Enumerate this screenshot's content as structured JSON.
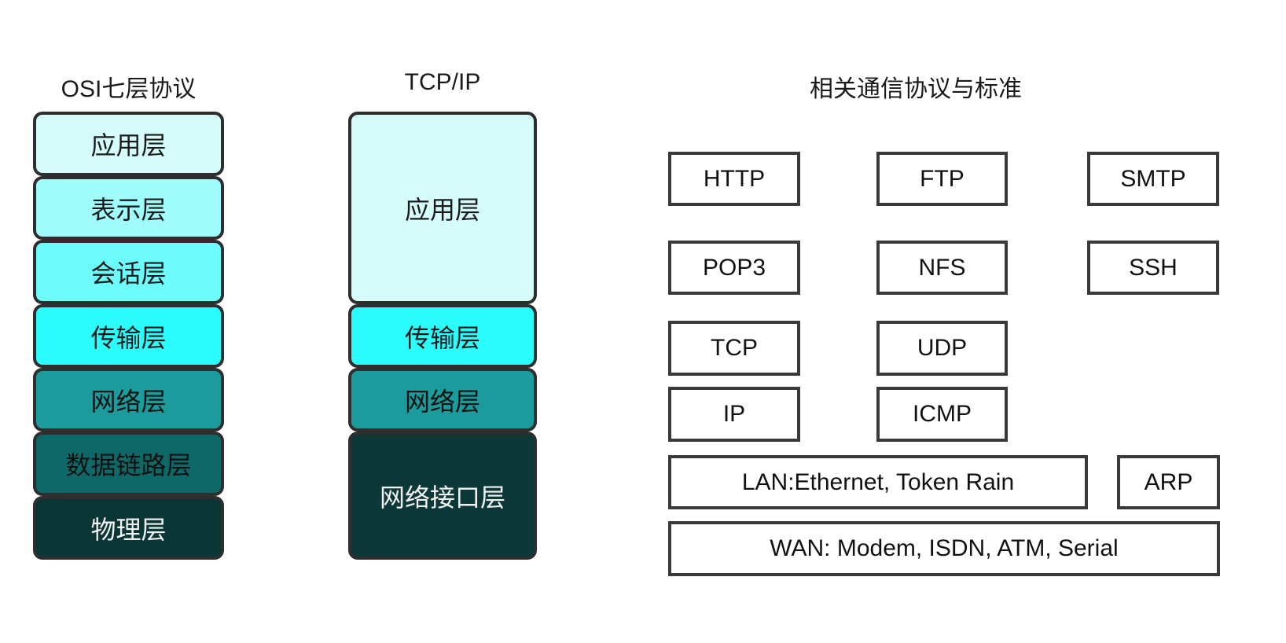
{
  "osi": {
    "title": "OSI七层协议",
    "layers": [
      {
        "label": "应用层",
        "bg": "#d6fbfb",
        "text": "#1a1a1a"
      },
      {
        "label": "表示层",
        "bg": "#a0fbfb",
        "text": "#1a1a1a"
      },
      {
        "label": "会话层",
        "bg": "#6cfcfc",
        "text": "#1a1a1a"
      },
      {
        "label": "传输层",
        "bg": "#2bfcfc",
        "text": "#1a1a1a"
      },
      {
        "label": "网络层",
        "bg": "#1b9b9b",
        "text": "#111111"
      },
      {
        "label": "数据链路层",
        "bg": "#0f6868",
        "text": "#111111"
      },
      {
        "label": "物理层",
        "bg": "#0a3636",
        "text": "#f2f2f2"
      }
    ]
  },
  "tcpip": {
    "title": "TCP/IP",
    "layers": [
      {
        "label": "应用层",
        "bg": "#d6fbfb",
        "text": "#1a1a1a"
      },
      {
        "label": "传输层",
        "bg": "#2bfcfc",
        "text": "#1a1a1a"
      },
      {
        "label": "网络层",
        "bg": "#1b9b9b",
        "text": "#111111"
      },
      {
        "label": "网络接口层",
        "bg": "#0d3838",
        "text": "#f2f2f2"
      }
    ]
  },
  "protocols": {
    "title": "相关通信协议与标准",
    "box_border": "#3a3a3a",
    "boxes": [
      {
        "label": "HTTP"
      },
      {
        "label": "FTP"
      },
      {
        "label": "SMTP"
      },
      {
        "label": "POP3"
      },
      {
        "label": "NFS"
      },
      {
        "label": "SSH"
      },
      {
        "label": "TCP"
      },
      {
        "label": "UDP"
      },
      {
        "label": "IP"
      },
      {
        "label": "ICMP"
      },
      {
        "label": "LAN:Ethernet, Token Rain"
      },
      {
        "label": "ARP"
      },
      {
        "label": "WAN: Modem, ISDN, ATM, Serial"
      }
    ]
  }
}
